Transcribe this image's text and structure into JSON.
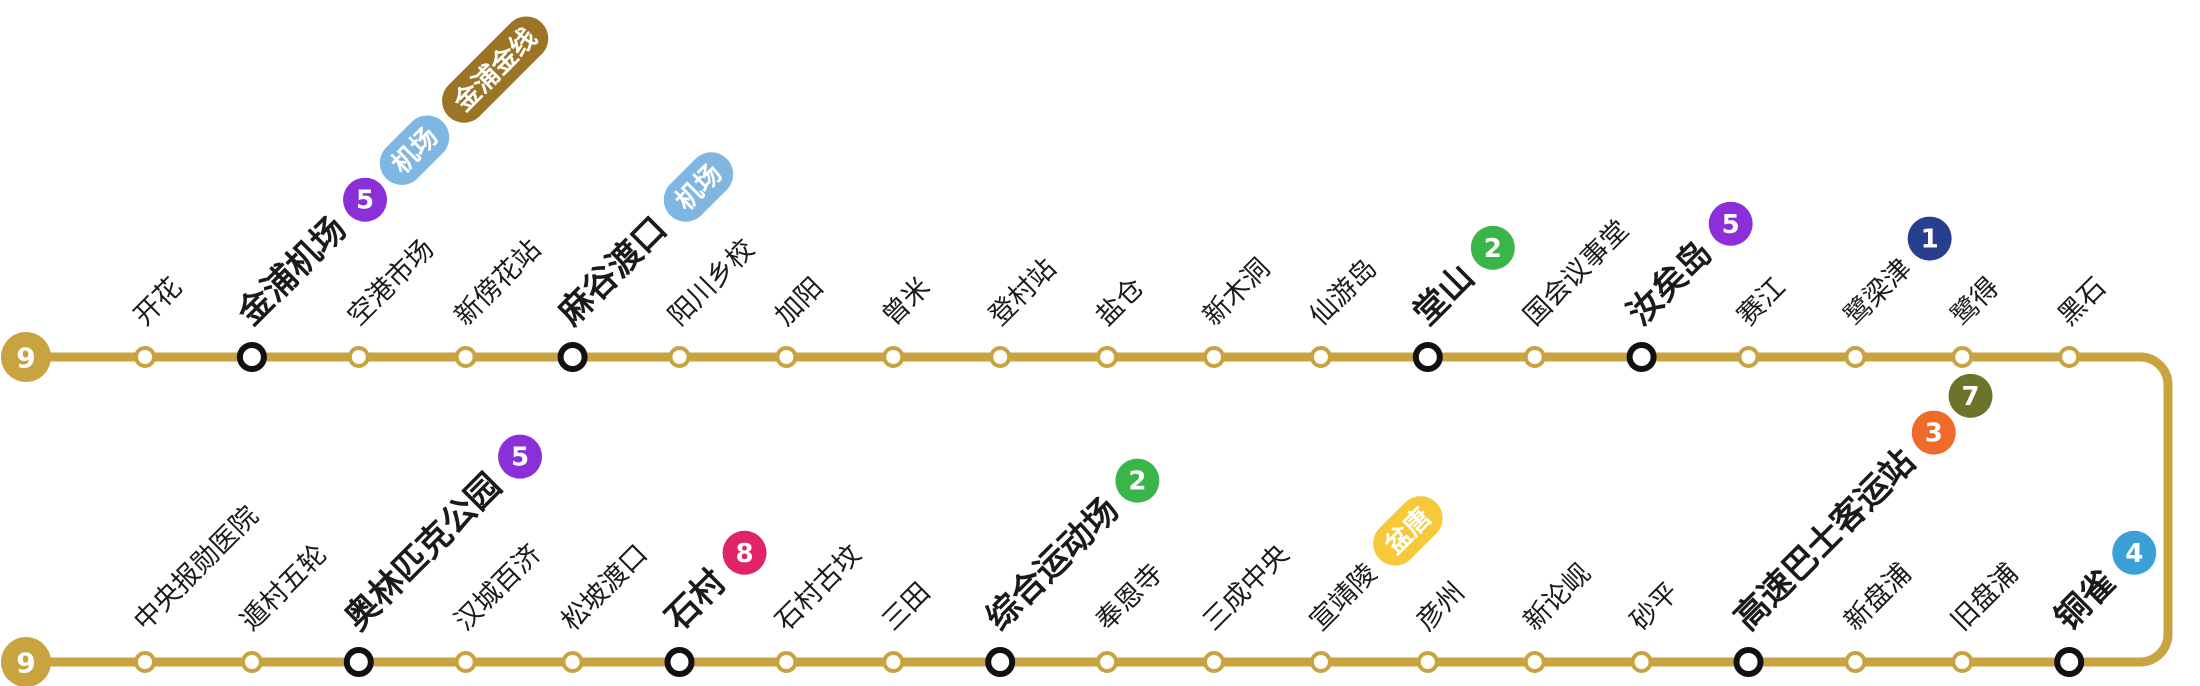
{
  "line": {
    "number": "9",
    "color": "#c9a33f"
  },
  "colors": {
    "1": "#283e8e",
    "2": "#3ab54a",
    "3": "#ee6b2a",
    "4": "#3aa0d6",
    "5": "#8b2fd8",
    "7": "#6b742a",
    "8": "#e1236a",
    "airport": "#7fb6e2",
    "gimpo_goldline": "#9b7426",
    "sinbundang": "#f5c93a"
  },
  "top_row": [
    {
      "name": "开花"
    },
    {
      "name": "金浦机场",
      "transfer": true,
      "badges": [
        {
          "type": "circle",
          "text": "5",
          "color": "5"
        },
        {
          "type": "pill",
          "text": "机场",
          "color": "airport"
        },
        {
          "type": "pill",
          "text": "金浦金线",
          "color": "gimpo_goldline"
        }
      ]
    },
    {
      "name": "空港市场"
    },
    {
      "name": "新傍花站"
    },
    {
      "name": "麻谷渡口",
      "transfer": true,
      "badges": [
        {
          "type": "pill",
          "text": "机场",
          "color": "airport"
        }
      ]
    },
    {
      "name": "阳川乡校"
    },
    {
      "name": "加阳"
    },
    {
      "name": "曾米"
    },
    {
      "name": "登村站"
    },
    {
      "name": "盐仓"
    },
    {
      "name": "新木洞"
    },
    {
      "name": "仙游岛"
    },
    {
      "name": "堂山",
      "transfer": true,
      "badges": [
        {
          "type": "circle",
          "text": "2",
          "color": "2"
        }
      ]
    },
    {
      "name": "国会议事堂"
    },
    {
      "name": "汝矣岛",
      "transfer": true,
      "badges": [
        {
          "type": "circle",
          "text": "5",
          "color": "5"
        }
      ]
    },
    {
      "name": "赛江"
    },
    {
      "name": "鹭梁津",
      "badges": [
        {
          "type": "circle",
          "text": "1",
          "color": "1"
        }
      ]
    },
    {
      "name": "鹭得"
    },
    {
      "name": "黑石"
    }
  ],
  "bottom_row": [
    {
      "name": "中央报勋医院"
    },
    {
      "name": "遁村五轮"
    },
    {
      "name": "奥林匹克公园",
      "transfer": true,
      "badges": [
        {
          "type": "circle",
          "text": "5",
          "color": "5"
        }
      ]
    },
    {
      "name": "汉城百济"
    },
    {
      "name": "松坡渡口"
    },
    {
      "name": "石村",
      "transfer": true,
      "badges": [
        {
          "type": "circle",
          "text": "8",
          "color": "8"
        }
      ]
    },
    {
      "name": "石村古坟"
    },
    {
      "name": "三田"
    },
    {
      "name": "综合运动场",
      "transfer": true,
      "badges": [
        {
          "type": "circle",
          "text": "2",
          "color": "2"
        }
      ]
    },
    {
      "name": "奉恩寺"
    },
    {
      "name": "三成中央"
    },
    {
      "name": "宣靖陵",
      "badges": [
        {
          "type": "pill",
          "text": "盆唐",
          "color": "sinbundang"
        }
      ]
    },
    {
      "name": "彦州"
    },
    {
      "name": "新论岘"
    },
    {
      "name": "砂平"
    },
    {
      "name": "高速巴士客运站",
      "transfer": true,
      "badges": [
        {
          "type": "circle",
          "text": "3",
          "color": "3"
        },
        {
          "type": "circle",
          "text": "7",
          "color": "7"
        }
      ]
    },
    {
      "name": "新盘浦"
    },
    {
      "name": "旧盘浦"
    },
    {
      "name": "铜雀",
      "transfer": true,
      "badges": [
        {
          "type": "circle",
          "text": "4",
          "color": "4"
        }
      ]
    }
  ]
}
